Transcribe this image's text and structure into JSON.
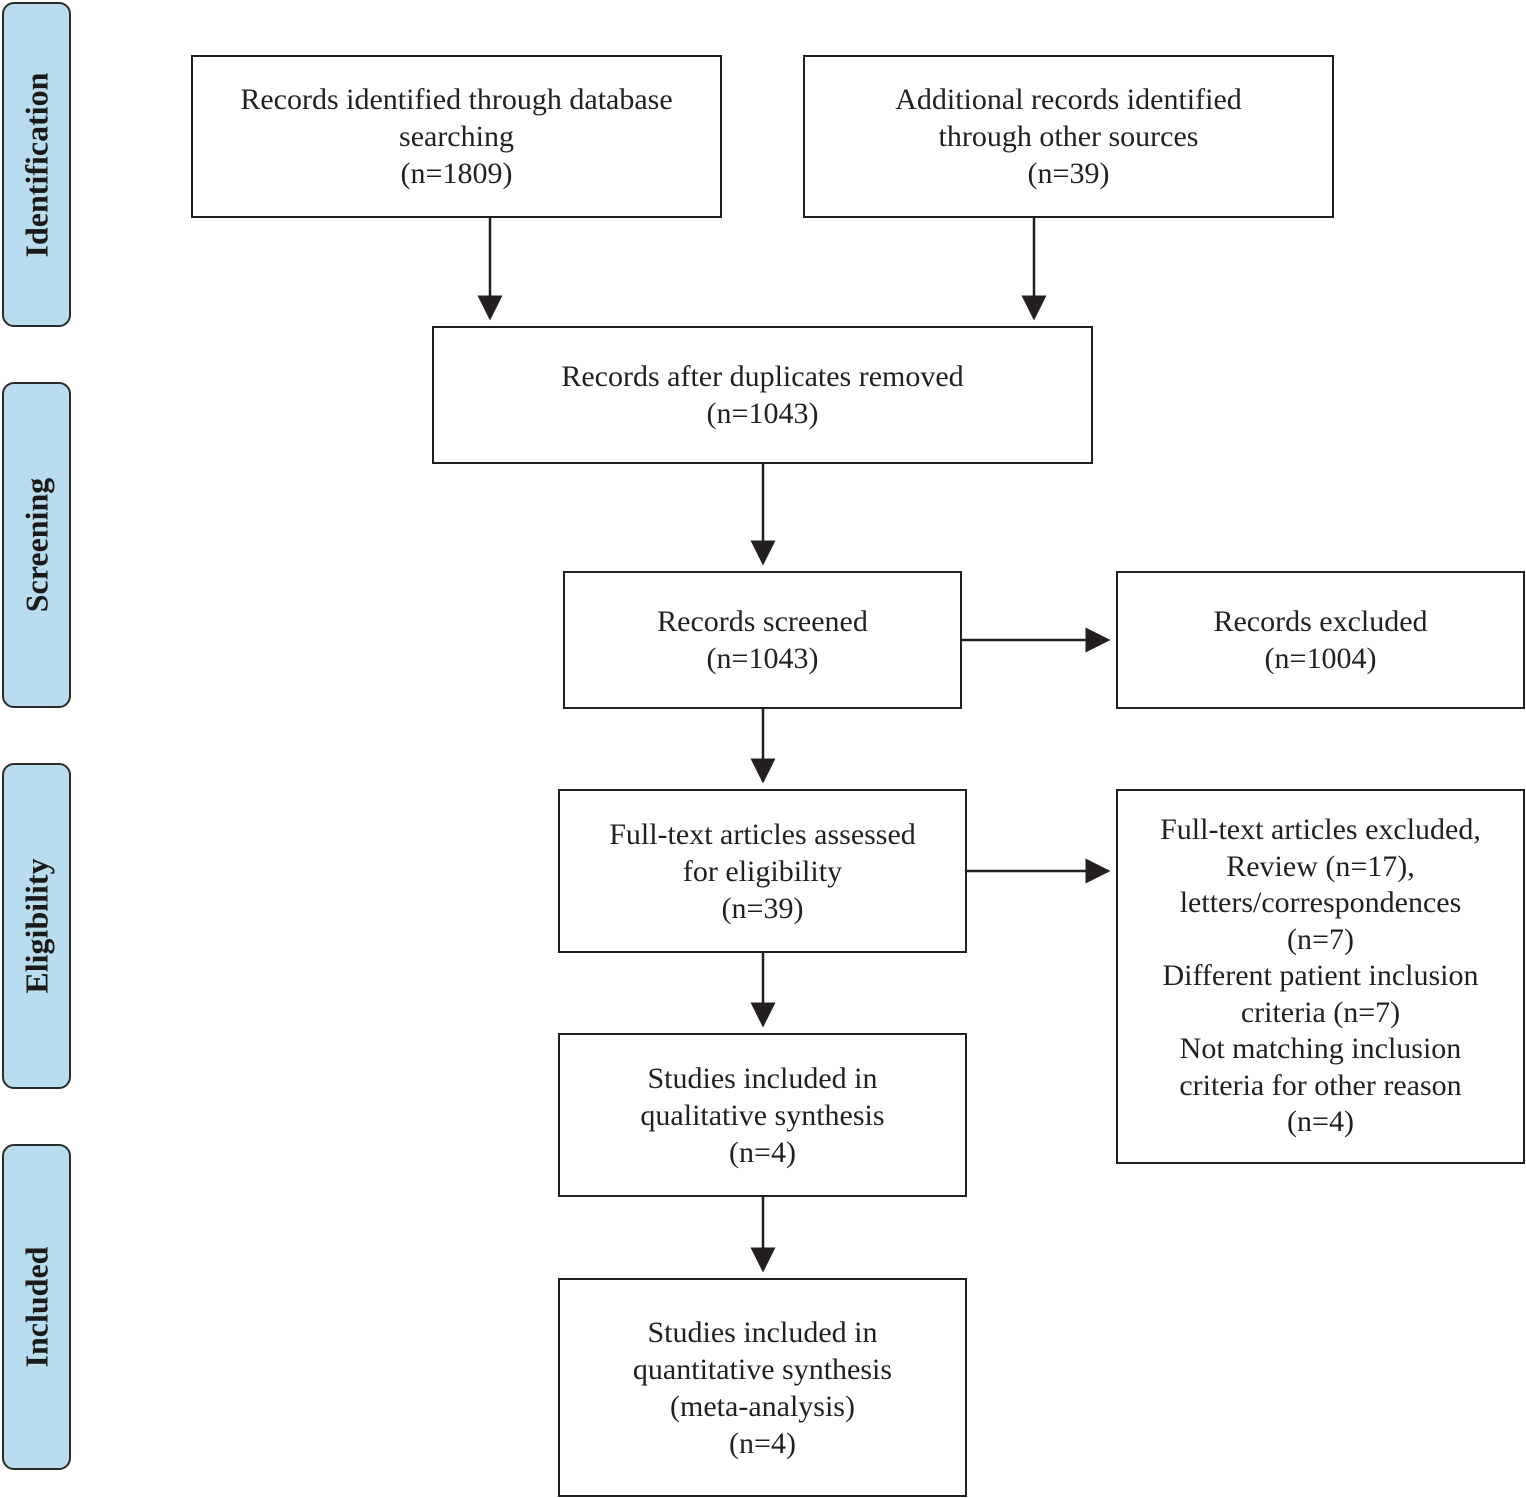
{
  "stages": {
    "identification": "Identification",
    "screening": "Screening",
    "eligibility": "Eligibility",
    "included": "Included"
  },
  "boxes": {
    "database_records": [
      "Records identified through database",
      "searching",
      "(n=1809)"
    ],
    "other_records": [
      "Additional records identified",
      "through other sources",
      "(n=39)"
    ],
    "after_duplicates": [
      "Records after duplicates removed",
      "(n=1043)"
    ],
    "screened": [
      "Records screened",
      "(n=1043)"
    ],
    "excluded": [
      "Records excluded",
      "(n=1004)"
    ],
    "full_text": [
      "Full-text articles assessed",
      "for eligibility",
      "(n=39)"
    ],
    "full_text_excluded": [
      "Full-text articles excluded,",
      "Review (n=17),",
      "letters/correspondences",
      "(n=7)",
      "Different patient inclusion",
      "criteria (n=7)",
      "Not matching inclusion",
      "criteria for other reason",
      "(n=4)"
    ],
    "qualitative": [
      "Studies included in",
      "qualitative synthesis",
      "(n=4)"
    ],
    "quantitative": [
      "Studies included in",
      "quantitative synthesis",
      "(meta-analysis)",
      "(n=4)"
    ]
  },
  "colors": {
    "stage_fill": "#b9dcef",
    "line": "#231f20"
  }
}
